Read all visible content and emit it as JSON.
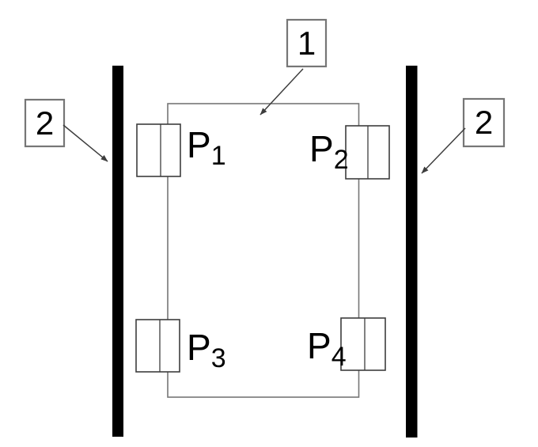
{
  "callouts": {
    "one": {
      "label": "1"
    },
    "two_left": {
      "label": "2"
    },
    "two_right": {
      "label": "2"
    }
  },
  "components": {
    "p1": {
      "main": "P",
      "sub": "1"
    },
    "p2": {
      "main": "P",
      "sub": "2"
    },
    "p3": {
      "main": "P",
      "sub": "3"
    },
    "p4": {
      "main": "P",
      "sub": "4"
    }
  },
  "colors": {
    "background": "#ffffff",
    "bar": "#000000",
    "wire": "#767676",
    "component_border": "#3d3d3d",
    "arrow": "#3d3d3d",
    "text": "#000000"
  }
}
